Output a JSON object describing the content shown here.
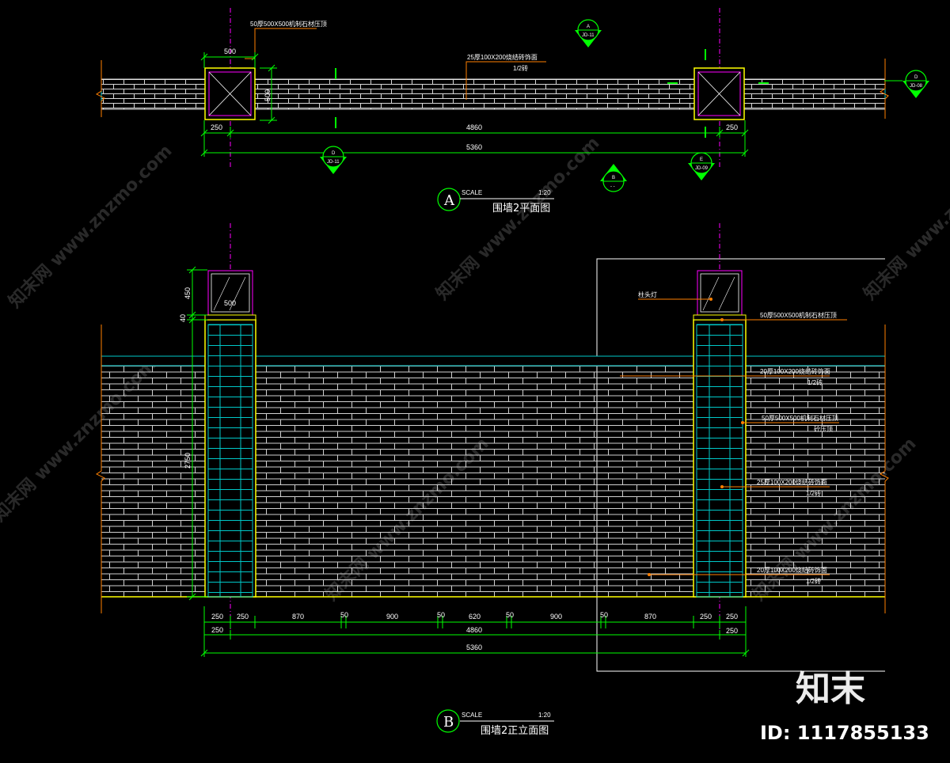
{
  "plan": {
    "top_note": "50厚500X500机制石材压顶",
    "wall_note_line1": "25厚100X200烧结砖饰面",
    "wall_note_line2": "1/2砖",
    "dim_pier_width": "500",
    "dim_pier_depth": "500",
    "dim_left": "250",
    "dim_right": "250",
    "dim_middle": "4860",
    "dim_total": "5360",
    "label_letter": "A",
    "scale_label": "SCALE",
    "scale_value": "1:20",
    "title": "围墙2平面图"
  },
  "elevation": {
    "note_lamp": "柱头灯",
    "note_cap": "50厚500X500机制石材压顶",
    "note_wall1_line1": "20厚100X200烧结砖饰面",
    "note_wall1_line2": "1/2砖",
    "note_pier_line1": "50厚500X500机制石材压顶",
    "note_pier_line2": "砼压顶",
    "note_wall2_line1": "25厚100X200烧结砖饰面",
    "note_wall2_line2": "1/2砖",
    "note_wall3_line1": "20厚100X200烧结砖饰面",
    "note_wall3_line2": "1/2砖",
    "dim_height_450": "450",
    "dim_height_40": "40",
    "dim_height_2750": "2750",
    "dim_cap_width": "500",
    "segments": [
      "250",
      "250",
      "870",
      "50",
      "900",
      "50",
      "620",
      "50",
      "900",
      "50",
      "870",
      "250",
      "250"
    ],
    "dim_left": "250",
    "dim_middle": "4860",
    "dim_right": "250",
    "dim_total": "5360",
    "label_letter": "B",
    "scale_label": "SCALE",
    "scale_value": "1:20",
    "title": "围墙2正立面图"
  },
  "section_markers": [
    {
      "top": "A",
      "bottom": "JD-11"
    },
    {
      "top": "D",
      "bottom": "JD-08"
    },
    {
      "top": "D",
      "bottom": "JD-11"
    },
    {
      "top": "E",
      "bottom": "JD-09"
    },
    {
      "top": "B",
      "bottom": "- -"
    }
  ],
  "watermark": {
    "brand": "知末",
    "id_text": "ID: 1117855133",
    "tile_text": "知末网 www.znzmo.com"
  },
  "colors": {
    "background": "#000000",
    "wall_line": "#e0e0e0",
    "cap_line": "#00c8c8",
    "pier_outline": "#ffff00",
    "pier_inner": "#ff00ff",
    "axis": "#ff00ff",
    "dimension": "#00ff00",
    "leader": "#ff8000",
    "wall_end": "#ff8000"
  }
}
